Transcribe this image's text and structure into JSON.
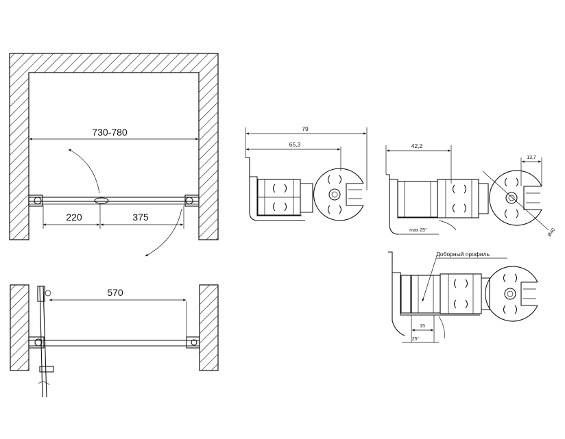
{
  "plan_top": {
    "width_range": "730-780",
    "left_panel": "220",
    "right_panel": "375"
  },
  "plan_bottom": {
    "opening": "570"
  },
  "profile_a": {
    "total_width": "79",
    "inner_width": "65,3"
  },
  "profile_b": {
    "width": "42,2",
    "offset": "13,7",
    "diameter": "Ø40",
    "max_angle": "max 25°"
  },
  "profile_c": {
    "label": "Доборный профиль",
    "width": "15",
    "angle": "25°"
  }
}
